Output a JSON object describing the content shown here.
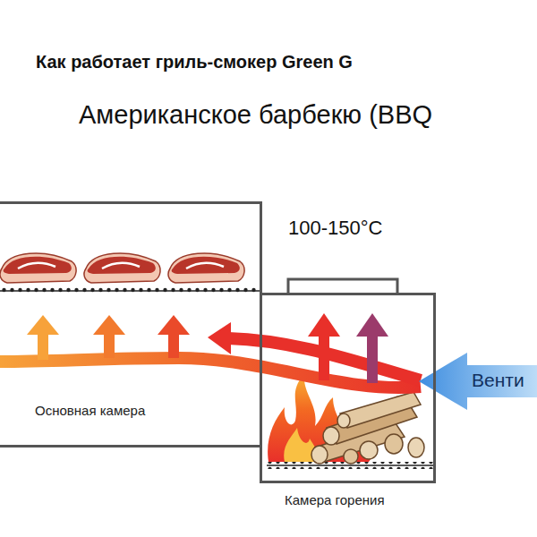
{
  "diagram": {
    "title": "Как работает гриль-смокер Green G",
    "nodes": [
      {
        "text": [
          "Основная камера"
        ]
      },
      {
        "text": [
          "Камера горения"
        ]
      }
    ],
    "labels": [
      "Американское барбекю (BBQ",
      "100-150°C",
      "Венти"
    ]
  }
}
